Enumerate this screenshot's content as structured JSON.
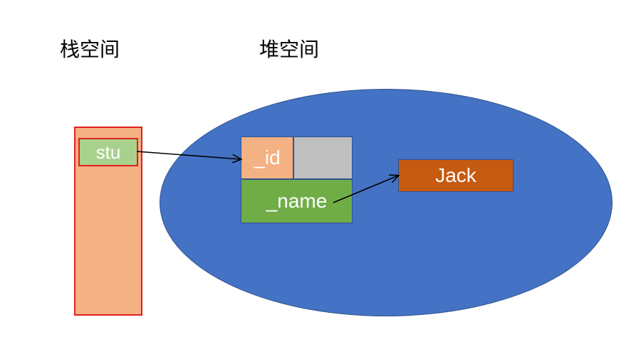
{
  "labels": {
    "stack_title": "栈空间",
    "heap_title": "堆空间"
  },
  "stack": {
    "variable": "stu"
  },
  "heap": {
    "object_fields": {
      "id": "_id",
      "name": "_name"
    },
    "string_value": "Jack"
  },
  "colors": {
    "stack_fill": "#f4b183",
    "stack_border": "#e02020",
    "stu_fill": "#a9d18e",
    "heap_fill": "#4472c4",
    "id_fill": "#f4b183",
    "empty_field_fill": "#bfbfbf",
    "name_fill": "#70ad47",
    "jack_fill": "#c55a11",
    "arrow": "#000000"
  }
}
